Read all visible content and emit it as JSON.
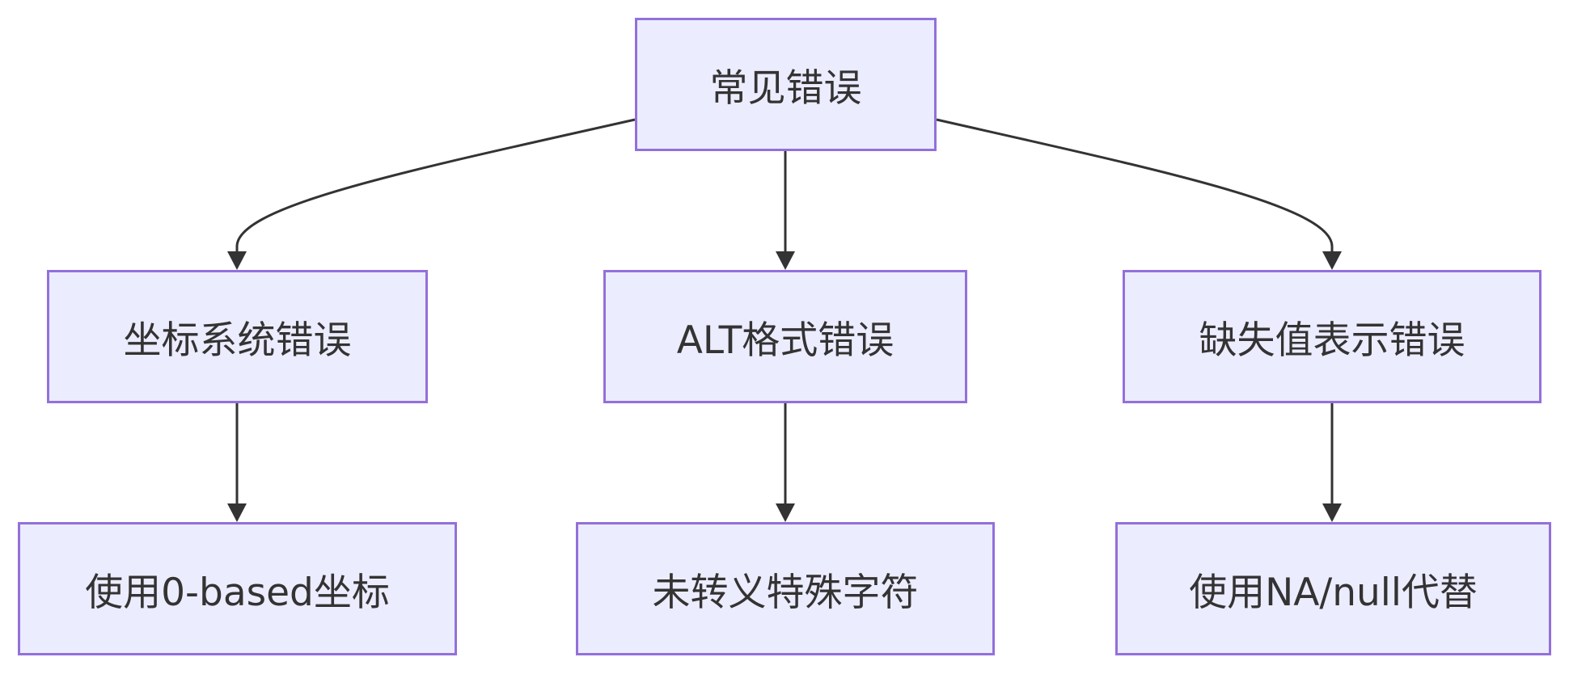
{
  "diagram": {
    "nodes": {
      "root": "常见错误",
      "coord_error": "坐标系统错误",
      "alt_error": "ALT格式错误",
      "missing_error": "缺失值表示错误",
      "zero_based": "使用0-based坐标",
      "unescaped": "未转义特殊字符",
      "na_null": "使用NA/null代替"
    },
    "edges": [
      [
        "root",
        "coord_error"
      ],
      [
        "root",
        "alt_error"
      ],
      [
        "root",
        "missing_error"
      ],
      [
        "coord_error",
        "zero_based"
      ],
      [
        "alt_error",
        "unescaped"
      ],
      [
        "missing_error",
        "na_null"
      ]
    ],
    "colors": {
      "node_fill": "#ececff",
      "node_border": "#9370db",
      "edge": "#333333",
      "text": "#333333"
    }
  }
}
